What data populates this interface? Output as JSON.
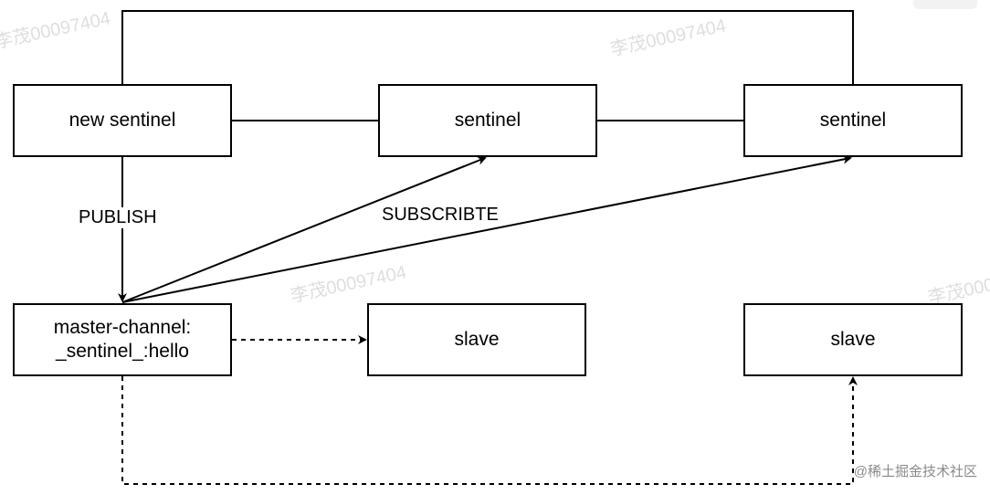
{
  "diagram": {
    "nodes": {
      "new_sentinel": "new sentinel",
      "sentinel_1": "sentinel",
      "sentinel_2": "sentinel",
      "master_channel_line1": "master-channel:",
      "master_channel_line2": "_sentinel_:hello",
      "slave_1": "slave",
      "slave_2": "slave"
    },
    "edge_labels": {
      "publish": "PUBLISH",
      "subscribe": "SUBSCRIBTE"
    },
    "watermark_text": "李茂00097404",
    "brand_text": "@稀土掘金技术社区"
  }
}
